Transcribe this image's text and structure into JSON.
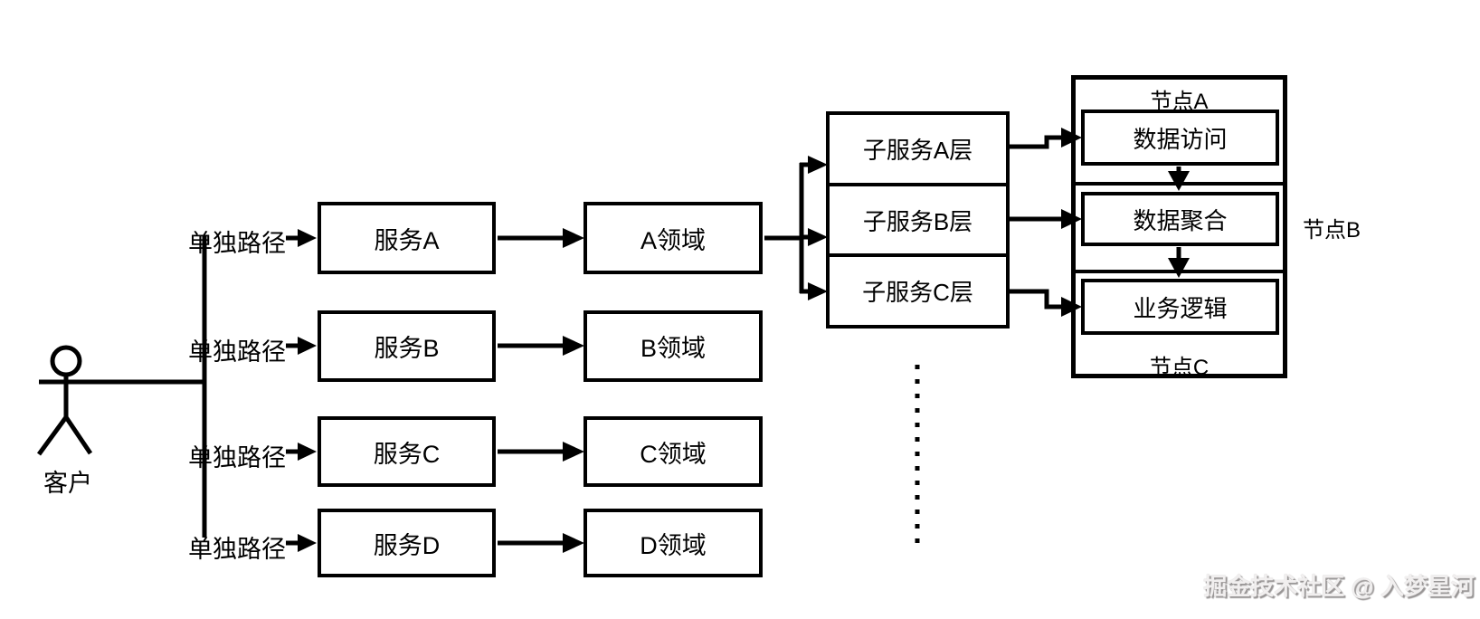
{
  "diagram": {
    "actor": {
      "label": "客户"
    },
    "path_labels": [
      "单独路径",
      "单独路径",
      "单独路径",
      "单独路径"
    ],
    "services": [
      {
        "label": "服务A"
      },
      {
        "label": "服务B"
      },
      {
        "label": "服务C"
      },
      {
        "label": "服务D"
      }
    ],
    "domains": [
      {
        "label": "A领域"
      },
      {
        "label": "B领域"
      },
      {
        "label": "C领域"
      },
      {
        "label": "D领域"
      }
    ],
    "subservices": [
      {
        "label": "子服务A层"
      },
      {
        "label": "子服务B层"
      },
      {
        "label": "子服务C层"
      }
    ],
    "node_group": {
      "top_label": "节点A",
      "right_label": "节点B",
      "bottom_label": "节点C",
      "stages": [
        {
          "label": "数据访问"
        },
        {
          "label": "数据聚合"
        },
        {
          "label": "业务逻辑"
        }
      ]
    },
    "watermark": "掘金技术社区 @ 入梦星河",
    "colors": {
      "line": "#000000",
      "background": "#ffffff",
      "watermark_fill": "#f1efef",
      "watermark_shadow": "#989595"
    }
  }
}
